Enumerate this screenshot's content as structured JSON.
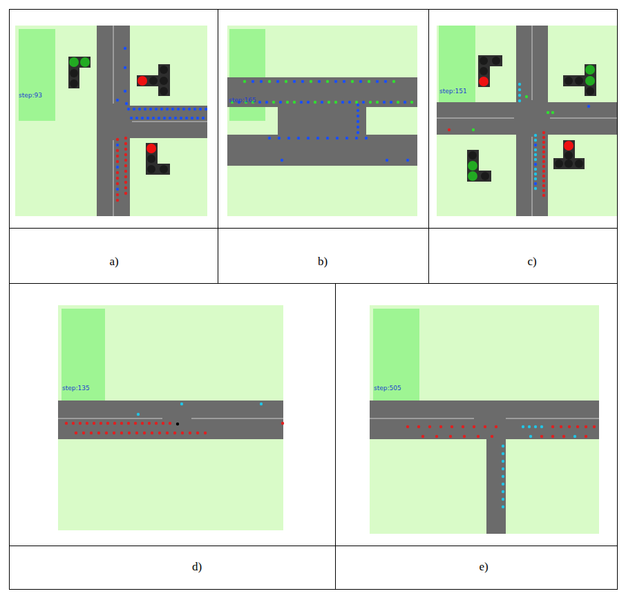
{
  "diagram": {
    "labels": [
      "step:93",
      "step:165",
      "step:151",
      "a)",
      "b)",
      "c)",
      "step:135",
      "step:505",
      "d)",
      "e)"
    ]
  }
}
